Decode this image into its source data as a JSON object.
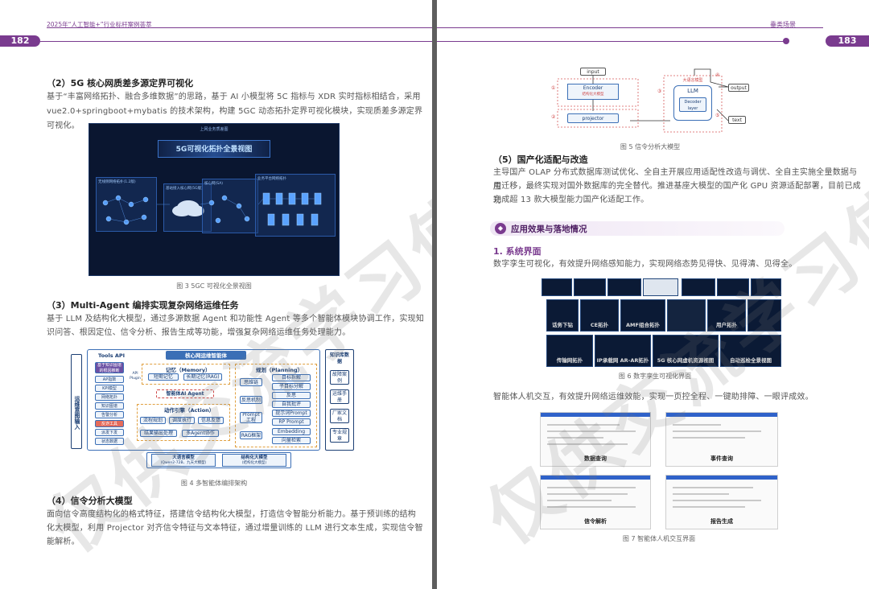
{
  "left_page": {
    "header_title": "2025年“人工智能+”行业标杆案例荟萃",
    "page_number": "182",
    "section2": {
      "heading": "（2）5G 核心网质差多源定界可视化",
      "body_lines": [
        "基于“丰富网络拓扑、融合多维数据”的思路，基于 AI 小模型将 5C 指标与 XDR 实时指标相结合，采用",
        "vue2.0+springboot+mybatis 的技术架构，构建 5GC 动态拓扑定界可视化模块，实现质差多源定界可视化。"
      ]
    },
    "fig3": {
      "title_banner": "5G可视化拓扑全景视图",
      "top_tab": "上网业务质差图",
      "panel_labels": [
        "无线侧网络拓扑(1.2版)",
        "基站接入核心网(5G版)",
        "核心网(SA)",
        "业务平台网络拓扑"
      ],
      "caption": "图 3  5GC 可视化全景视图"
    },
    "section3": {
      "heading": "（3）Multi-Agent 编排实现复杂网络运维任务",
      "body_lines": [
        "基于 LLM 及结构化大模型，通过多源数据 Agent 和功能性 Agent 等多个智能体模块协调工作，实现知",
        "识问答、根因定位、信令分析、报告生成等功能，增强复杂网络运维任务处理能力。"
      ]
    },
    "fig4": {
      "left_side_label": "运维意图输入",
      "tools_title": "Tools API",
      "center_title": "核心网运维智能体",
      "tools_items": [
        "基于知识图谱的根因推断",
        "AP指数",
        "KPI模型",
        "网络拓扑",
        "知识图谱",
        "告警分析",
        "反诈工具",
        "派发下发",
        "状态数据"
      ],
      "api_label": "API Plugin",
      "memory_title": "记忆（Memory）",
      "memory_items": [
        "短期记忆",
        "长期记忆(RAG)"
      ],
      "agent_title": "智能体AI Agent",
      "action_title": "动作引擎（Action）",
      "action_items": [
        "流程规划",
        "调度执行",
        "信息反馈",
        "结果输出处理",
        "多Agent协作"
      ],
      "planning_title": "规划（Planning）",
      "planning_groups": [
        "思维链",
        "反思机制",
        "Prompt工程",
        "RAG框架"
      ],
      "planning_items": [
        "目标拆解",
        "子目标分解",
        "反思",
        "自我批评",
        "提示词Prompt",
        "RP Prompt",
        "Embedding",
        "向量检索"
      ],
      "model1_title": "大语言模型",
      "model1_sub": "(Qwen2-72B、九天大模型)",
      "model2_title": "结构化大模型",
      "model2_sub": "(结构化大模型)",
      "kb_title": "知识库数据",
      "kb_items": [
        "故障案例",
        "运维手册",
        "厂家文档",
        "专业规章"
      ],
      "caption": "图 4  多智能体编排架构"
    },
    "section4": {
      "heading": "（4）信令分析大模型",
      "body_lines": [
        "面向信令高度结构化的格式特征，搭建信令结构化大模型，打造信令智能分析能力。基于预训练的结构",
        "化大模型，利用 Projector 对齐信令特征与文本特征，通过增量训练的 LLM 进行文本生成，实现信令智",
        "能解析。"
      ]
    }
  },
  "right_page": {
    "header_title": "垂类场景",
    "page_number": "183",
    "fig5": {
      "input_label": "input",
      "encoder_label": "Encoder",
      "encoder_sub": "结构化大模型",
      "projector_label": "projector",
      "llm_top_label": "大语言模型",
      "llm_label": "LLM",
      "decoder_label": "Decoder layer",
      "output_label": "output",
      "text_label": "text",
      "step_markers": [
        "①",
        "②",
        "③",
        "④",
        "⑤"
      ],
      "caption": "图 5  信令分析大模型"
    },
    "section5": {
      "heading": "（5）国产化适配与改造",
      "body_lines": [
        "主导国产 OLAP 分布式数据库测试优化、全自主开展应用适配性改造与调优、全自主实施全量数据与应",
        "用迁移，最终实现对国外数据库的完全替代。推进基座大模型的国产化 GPU 资源适配部署，目前已成功",
        "完成超 13 款大模型能力国产化适配工作。"
      ]
    },
    "app_effect_title": "应用效果与落地情况",
    "subsection1": {
      "heading": "1. 系统界面",
      "body": "数字孪生可视化，有效提升网络感知能力，实现网络态势见得快、见得清、见得全。"
    },
    "fig6": {
      "labels": [
        "话务下钻",
        "CE拓扑",
        "AMF组合拓扑",
        "",
        "用户拓扑",
        "传输网拓扑",
        "IP承载网 AR-AR拓扑",
        "5G 核心网虚机资源视图",
        "自动巡检全景视图"
      ],
      "caption": "图 6  数字孪生可视化界面"
    },
    "body_agent": "智能体人机交互，有效提升网络运维效能，实现一页控全程、一键助排障、一眼评成效。",
    "fig7": {
      "labels": [
        "数据查询",
        "事件查询",
        "信令解析",
        "报告生成"
      ],
      "caption": "图 7  智能体人机交互界面"
    }
  },
  "watermark": {
    "text": "仅供交流学习使用"
  },
  "colors": {
    "brand": "#7a3b8f",
    "diagram_blue": "#3b6fb6",
    "dark_panel": "#0b1a35"
  }
}
